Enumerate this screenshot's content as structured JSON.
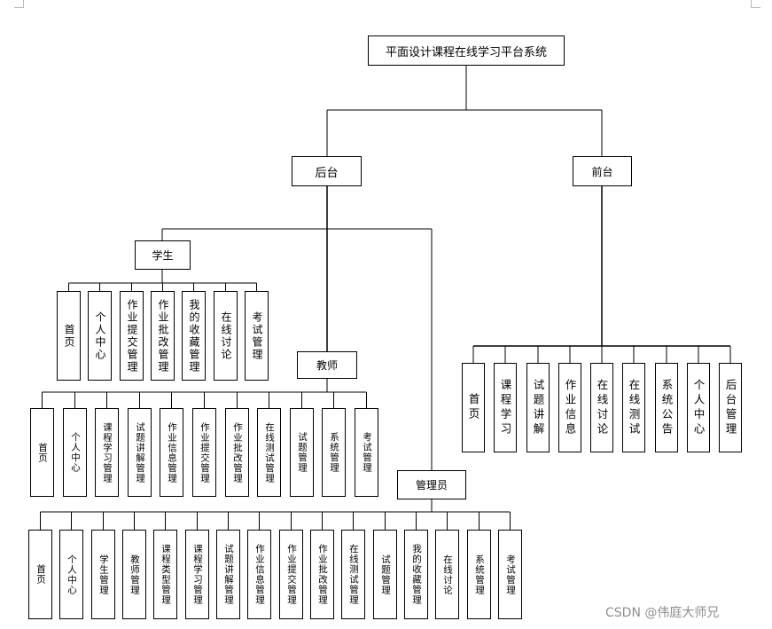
{
  "root": "平面设计课程在线学习平台系统",
  "backend": {
    "label": "后台",
    "student": {
      "label": "学生",
      "items": [
        "首页",
        "个人中心",
        "作业提交管理",
        "作业批改管理",
        "我的收藏管理",
        "在线讨论",
        "考试管理"
      ]
    },
    "teacher": {
      "label": "教师",
      "items": [
        "首页",
        "个人中心",
        "课程学习管理",
        "试题讲解管理",
        "作业信息管理",
        "作业提交管理",
        "作业批改管理",
        "在线测试管理",
        "试题管理",
        "系统管理",
        "考试管理"
      ]
    },
    "admin": {
      "label": "管理员",
      "items": [
        "首页",
        "个人中心",
        "学生管理",
        "教师管理",
        "课程类型管理",
        "课程学习管理",
        "试题讲解管理",
        "作业信息管理",
        "作业提交管理",
        "作业批改管理",
        "在线测试管理",
        "试题管理",
        "我的收藏管理",
        "在线讨论",
        "系统管理",
        "考试管理"
      ]
    }
  },
  "frontend": {
    "label": "前台",
    "items": [
      "首页",
      "课程学习",
      "试题讲解",
      "作业信息",
      "在线讨论",
      "在线测试",
      "系统公告",
      "个人中心",
      "后台管理"
    ]
  },
  "watermark": "CSDN @伟庭大师兄"
}
